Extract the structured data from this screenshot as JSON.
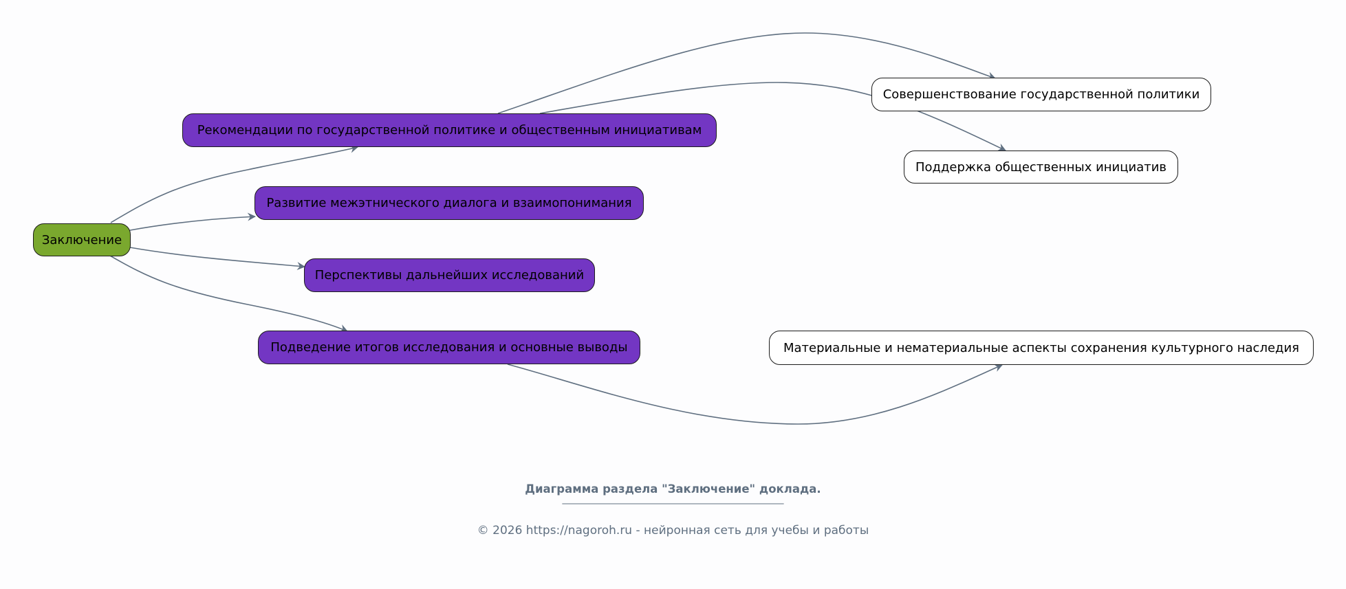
{
  "diagram": {
    "root": {
      "id": "root",
      "label": "Заключение",
      "color": "#7aa82e"
    },
    "children": [
      {
        "id": "rec",
        "label": "Рекомендации по государственной политике и общественным инициативам",
        "color": "#7336c3"
      },
      {
        "id": "dev",
        "label": "Развитие межэтнического диалога и взаимопонимания",
        "color": "#7336c3"
      },
      {
        "id": "persp",
        "label": "Перспективы дальнейших исследований",
        "color": "#7336c3"
      },
      {
        "id": "summ",
        "label": "Подведение итогов исследования и основные выводы",
        "color": "#7336c3"
      }
    ],
    "leaves": [
      {
        "id": "impr",
        "label": "Совершенствование государственной политики",
        "parent": "rec"
      },
      {
        "id": "supp",
        "label": "Поддержка общественных инициатив",
        "parent": "rec"
      },
      {
        "id": "mat",
        "label": "Материальные и нематериальные аспекты сохранения культурного наследия",
        "parent": "summ"
      }
    ],
    "edges": [
      {
        "from": "root",
        "to": "rec"
      },
      {
        "from": "root",
        "to": "dev"
      },
      {
        "from": "root",
        "to": "persp"
      },
      {
        "from": "root",
        "to": "summ"
      },
      {
        "from": "rec",
        "to": "impr"
      },
      {
        "from": "rec",
        "to": "supp"
      },
      {
        "from": "summ",
        "to": "mat"
      }
    ],
    "edge_color": "#5f6f80"
  },
  "footer": {
    "title": "Диаграмма раздела \"Заключение\" доклада.",
    "rule": "______________________________________________",
    "copyright": "© 2026 https://nagoroh.ru - нейронная сеть для учебы и работы"
  }
}
